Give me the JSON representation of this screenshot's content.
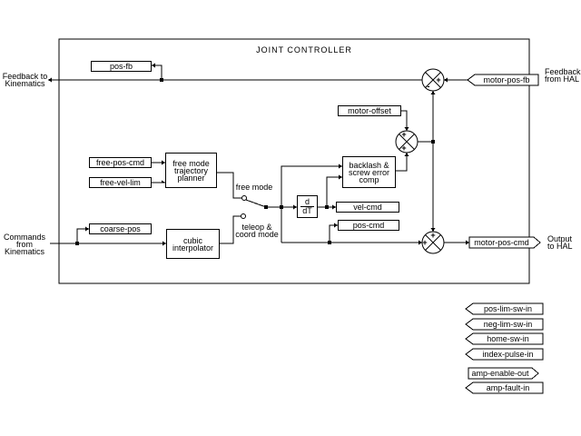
{
  "title": "JOINT CONTROLLER",
  "external": {
    "feedback_to_kinematics": "Feedback to\nKinematics",
    "commands_from_kinematics": "Commands\nfrom\nKinematics",
    "feedback_from_hal": "Feedback\nfrom HAL",
    "output_to_hal": "Output\nto HAL"
  },
  "blocks": {
    "pos_fb": "pos-fb",
    "free_pos_cmd": "free-pos-cmd",
    "free_vel_lim": "free-vel-lim",
    "free_mode_planner": "free mode\ntrajectory\nplanner",
    "coarse_pos": "coarse-pos",
    "cubic_interpolator": "cubic\ninterpolator",
    "motor_offset": "motor-offset",
    "backlash_comp": "backlash &\nscrew error\ncomp",
    "derivative_numerator": "d",
    "derivative_denominator": "dT",
    "vel_cmd": "vel-cmd",
    "pos_cmd": "pos-cmd"
  },
  "mode_switch": {
    "free_mode": "free mode",
    "teleop_coord_mode": "teleop &\ncoord mode"
  },
  "summing_junctions": {
    "plus": "+",
    "minus": "-"
  },
  "hal_pins": {
    "motor_pos_fb": "motor-pos-fb",
    "motor_pos_cmd": "motor-pos-cmd",
    "pos_lim_sw_in": "pos-lim-sw-in",
    "neg_lim_sw_in": "neg-lim-sw-in",
    "home_sw_in": "home-sw-in",
    "index_pulse_in": "index-pulse-in",
    "amp_enable_out": "amp-enable-out",
    "amp_fault_in": "amp-fault-in"
  }
}
